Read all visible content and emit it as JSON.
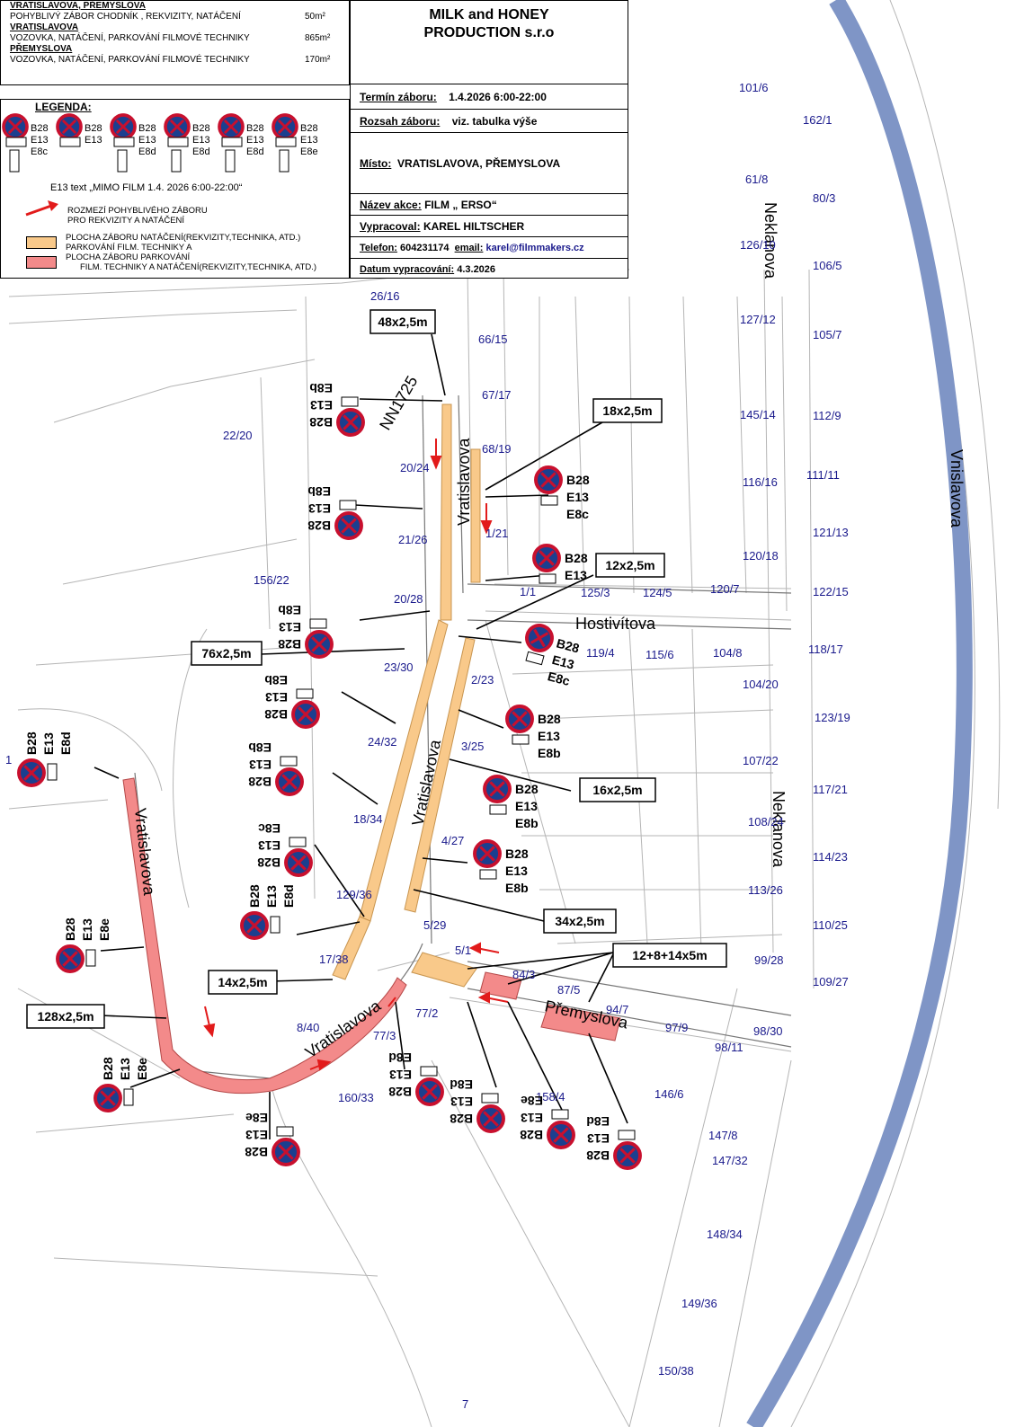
{
  "areas_table": {
    "rows": [
      {
        "title": "VRATISLAVOVA, PŘEMYSLOVA",
        "desc": "POHYBLIVÝ ZÁBOR CHODNÍK , REKVIZITY, NATÁČENÍ",
        "size": "50m²"
      },
      {
        "title": "VRATISLAVOVA",
        "desc": "VOZOVKA, NATÁČENÍ, PARKOVÁNÍ FILMOVÉ TECHNIKY",
        "size": "865m²"
      },
      {
        "title": "PŘEMYSLOVA",
        "desc": "VOZOVKA, NATÁČENÍ, PARKOVÁNÍ FILMOVÉ TECHNIKY",
        "size": "170m²"
      }
    ]
  },
  "legend": {
    "title": "LEGENDA:",
    "signs": [
      {
        "l1": "B28",
        "l2": "E13",
        "l3": "E8c"
      },
      {
        "l1": "B28",
        "l2": "E13",
        "l3": ""
      },
      {
        "l1": "B28",
        "l2": "E13",
        "l3": "E8d"
      },
      {
        "l1": "B28",
        "l2": "E13",
        "l3": "E8d"
      },
      {
        "l1": "B28",
        "l2": "E13",
        "l3": "E8d"
      },
      {
        "l1": "B28",
        "l2": "E13",
        "l3": "E8e"
      }
    ],
    "e13_text": "E13 text „MIMO FILM 1.4. 2026 6:00-22:00“",
    "arrow_line1": "ROZMEZÍ POHYBLIVÉHO ZÁBORU",
    "arrow_line2": "PRO REKVIZITY A NATÁČENÍ",
    "orange_line1": "PLOCHA ZÁBORU NATÁČENÍ(REKVIZITY,TECHNIKA, ATD.)",
    "orange_line2": "PARKOVÁNÍ FILM. TECHNIKY  A",
    "pink_line1": "PLOCHA ZÁBORU PARKOVÁNÍ",
    "pink_line2": "FILM. TECHNIKY  A NATÁČENÍ(REKVIZITY,TECHNIKA, ATD.)"
  },
  "info": {
    "company_line1": "MILK and HONEY",
    "company_line2": "PRODUCTION s.r.o",
    "termin_label": "Termín záboru:",
    "termin_value": "1.4.2026 6:00-22:00",
    "rozsah_label": "Rozsah záboru:",
    "rozsah_value": "viz. tabulka výše",
    "misto_label": "Místo:",
    "misto_value": "VRATISLAVOVA, PŘEMYSLOVA",
    "akce_label": "Název akce:",
    "akce_value": "FILM „ ERSO“",
    "vypracoval_label": "Vypracoval:",
    "vypracoval_value": "KAREL HILTSCHER",
    "telefon_label": "Telefon:",
    "telefon_value": "604231174",
    "email_label": "email:",
    "email_value": "karel@filmmakers.cz",
    "datum_label": "Datum vypracování:",
    "datum_value": "4.3.2026"
  },
  "colors": {
    "orange": "#f9c98a",
    "pink": "#f38a8a",
    "rail": "#7f95c6",
    "sign_red": "#c8102e",
    "sign_blue": "#1b3f8f",
    "parcel_text": "#1a1a8c"
  },
  "streets": {
    "vratislavova": "Vratislavova",
    "neklanova": "Neklanova",
    "vnislavova": "Vnislavova",
    "hostivitova": "Hostivítova",
    "premyslova": "Přemyslova",
    "nn": "NN1725"
  },
  "dimensions": [
    "48x2,5m",
    "18x2,5m",
    "12x2,5m",
    "76x2,5m",
    "16x2,5m",
    "34x2,5m",
    "12+8+14x5m",
    "14x2,5m",
    "128x2,5m"
  ],
  "parcels": [
    "26/16",
    "66/15",
    "67/17",
    "68/19",
    "20/24",
    "22/20",
    "21/26",
    "1/21",
    "156/22",
    "20/28",
    "23/30",
    "2/23",
    "24/32",
    "3/25",
    "18/34",
    "4/27",
    "129/36",
    "5/29",
    "17/38",
    "5/1",
    "84/3",
    "87/5",
    "77/2",
    "77/3",
    "8/40",
    "160/33",
    "158/4",
    "1/1",
    "125/3",
    "124/5",
    "120/7",
    "119/4",
    "115/6",
    "104/8",
    "101/6",
    "162/1",
    "61/8",
    "80/3",
    "126/10",
    "106/5",
    "127/12",
    "105/7",
    "145/14",
    "112/9",
    "116/16",
    "111/11",
    "121/13",
    "120/18",
    "122/15",
    "118/17",
    "104/20",
    "123/19",
    "107/22",
    "117/21",
    "108/24",
    "114/23",
    "113/26",
    "110/25",
    "99/28",
    "109/27",
    "94/7",
    "97/9",
    "98/11",
    "98/30",
    "146/6",
    "147/8",
    "147/32",
    "148/34",
    "149/36",
    "150/38",
    "7",
    "1"
  ],
  "sign_codes": {
    "b28": "B28",
    "e13": "E13",
    "e8b": "E8b",
    "e8c": "E8c",
    "e8d": "E8d",
    "e8e": "E8e"
  }
}
